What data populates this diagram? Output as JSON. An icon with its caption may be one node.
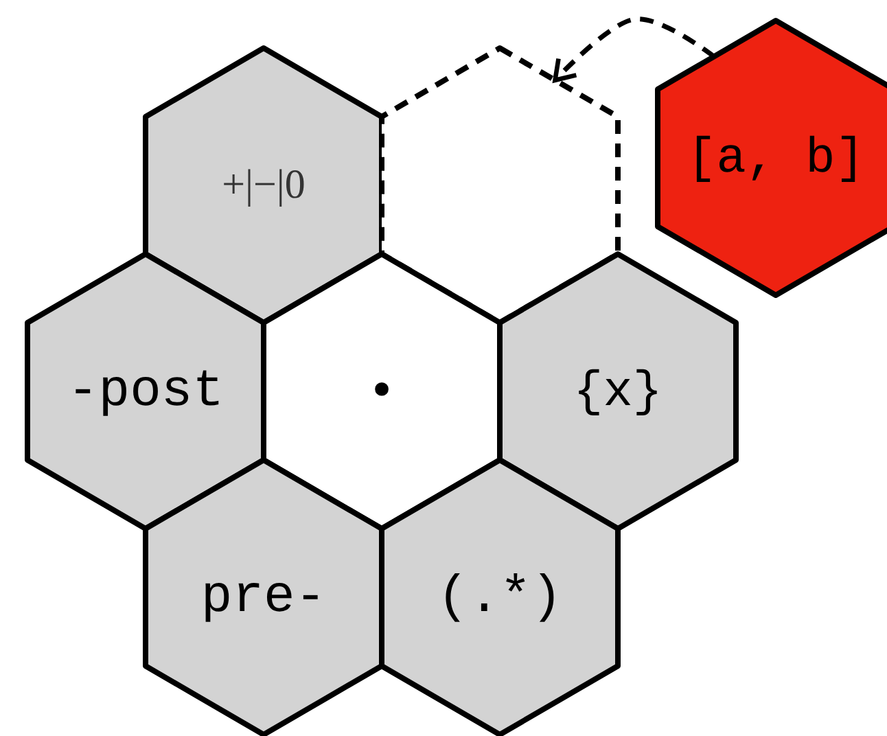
{
  "diagram": {
    "nodes": [
      {
        "text": [
          "+|−|0"
        ]
      },
      {
        "text": [],
        "shape": "hexagon"
      },
      {
        "text": [
          "[a, b]"
        ]
      },
      {
        "text": [
          "-post"
        ]
      },
      {
        "text": [
          "•"
        ]
      },
      {
        "text": [
          "{x}"
        ]
      },
      {
        "text": [
          "pre-"
        ]
      },
      {
        "text": [
          "(.*)"
        ]
      }
    ],
    "edges": [
      {
        "from": 2,
        "to": 1,
        "arrow": "to",
        "style": "dashed"
      }
    ]
  }
}
